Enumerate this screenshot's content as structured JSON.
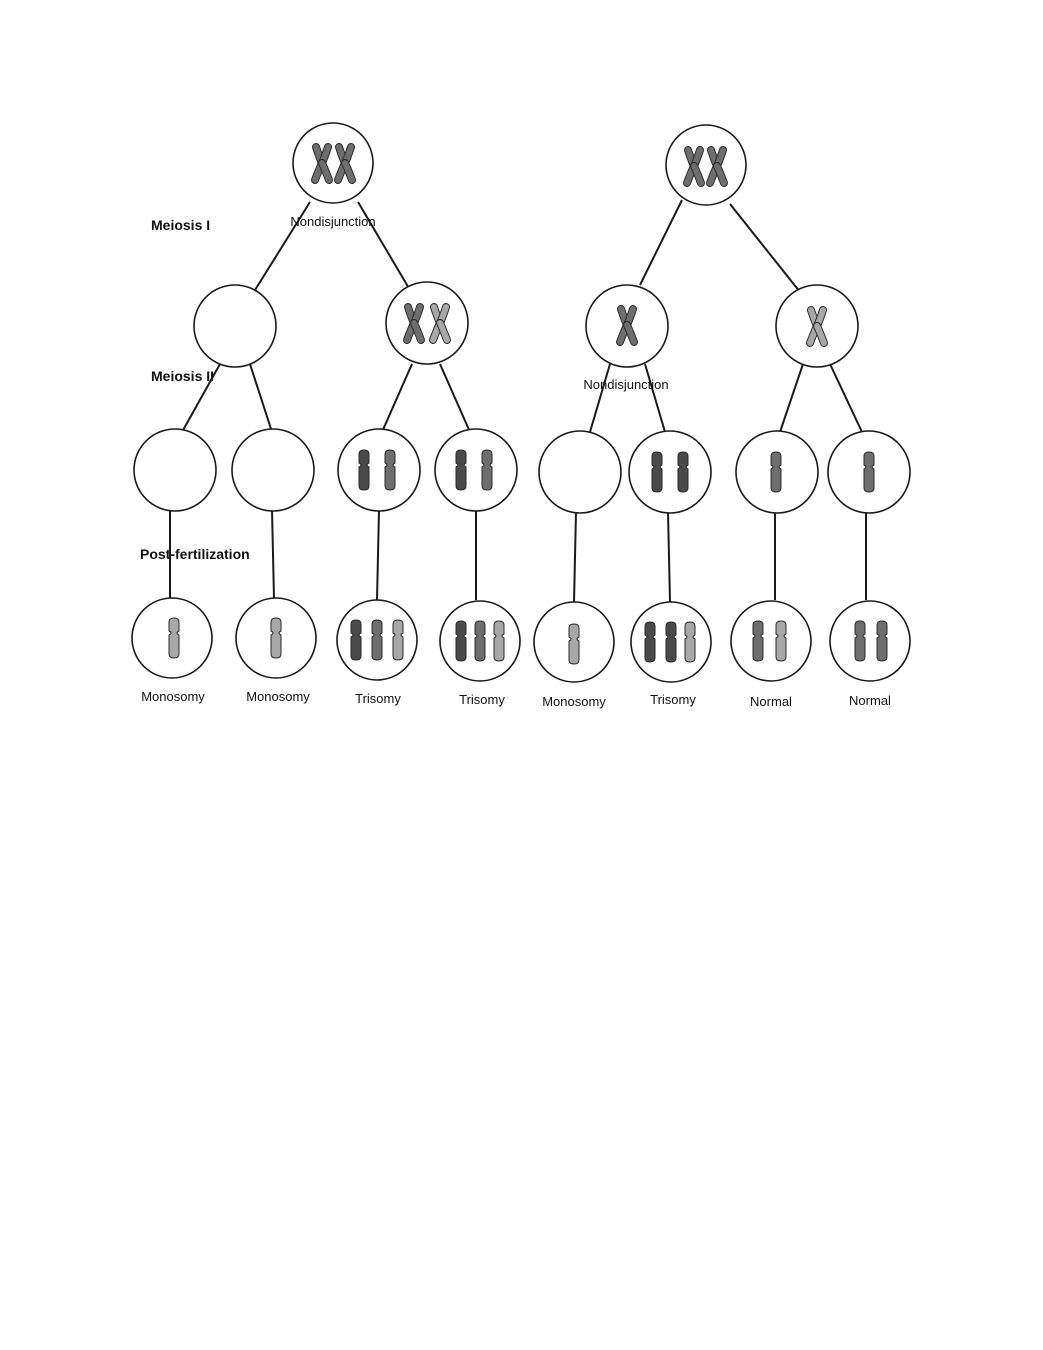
{
  "stage_labels": {
    "meiosis_1": "Meiosis I",
    "meiosis_2": "Meiosis II",
    "post_fertilization": "Post-fertilization"
  },
  "annotations": {
    "left_nondisjunction": "Nondisjunction",
    "right_nondisjunction": "Nondisjunction"
  },
  "outcomes": [
    "Monosomy",
    "Monosomy",
    "Trisomy",
    "Trisomy",
    "Monosomy",
    "Trisomy",
    "Normal",
    "Normal"
  ],
  "colors": {
    "chromatid_dark": "#4a4a4a",
    "chromatid_mid": "#6e6e6e",
    "chromatid_light": "#a8a8a8"
  }
}
